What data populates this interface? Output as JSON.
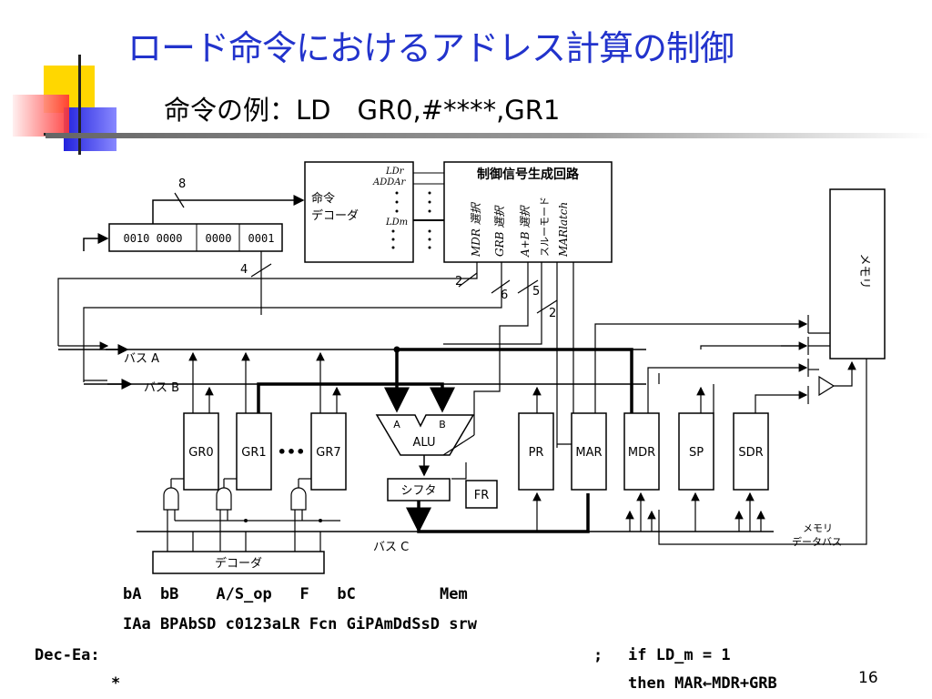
{
  "slide": {
    "title": "ロード命令におけるアドレス計算の制御",
    "subtitle": "命令の例：LD　GR0,#****,GR1",
    "page_number": "16"
  },
  "diagram": {
    "instruction_register": [
      "0010 0000",
      "0000",
      "0001"
    ],
    "bus_width_labels": {
      "op": "8",
      "r": "4",
      "w2": "2",
      "w6": "6",
      "w5": "5",
      "w2b": "2"
    },
    "decoder": {
      "label_line1": "命令",
      "label_line2": "デコーダ",
      "out1": "LDr",
      "out2": "ADDAr",
      "out3": "LDm"
    },
    "control": {
      "title": "制御信号生成回路",
      "signals": [
        "MDR 選択",
        "GRB 選択",
        "A+B 選択",
        "スルーモード",
        "MARlatch"
      ]
    },
    "memory_label": "メモリ",
    "buses": {
      "a": "バス A",
      "b": "バス B",
      "c": "バス C"
    },
    "registers": [
      "GR0",
      "GR1",
      "GR7",
      "PR",
      "MAR",
      "MDR",
      "SP",
      "SDR"
    ],
    "ellipsis": "•••",
    "alu": {
      "label": "ALU",
      "in_a": "A",
      "in_b": "B"
    },
    "shifter": "シフタ",
    "flag_register": "FR",
    "reg_decoder": "デコーダ",
    "memory_databus": [
      "メモリ",
      "データバス"
    ]
  },
  "microcode": {
    "header1": "bA  bB    A/S_op   F   bC         Mem",
    "header2": "IAa BPAbSD c0123aLR Fcn GiPAmDdSsD srw",
    "label": "Dec-Ea:",
    "semicolon": ";",
    "cond": "if LD_m = 1",
    "action": "then MAR←MDR+GRB",
    "star": "*"
  }
}
